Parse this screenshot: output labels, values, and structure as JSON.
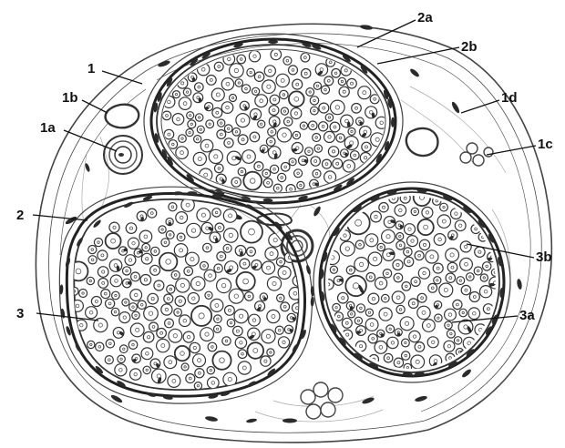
{
  "labels": {
    "l1": "1",
    "l1a": "1a",
    "l1b": "1b",
    "l1c": "1c",
    "l1d": "1d",
    "l2": "2",
    "l2a": "2a",
    "l2b": "2b",
    "l3": "3",
    "l3a": "3a",
    "l3b": "3b"
  },
  "colors": {
    "ink": "#222222",
    "nucleus": "#2b2b2b",
    "paper": "#ffffff"
  }
}
